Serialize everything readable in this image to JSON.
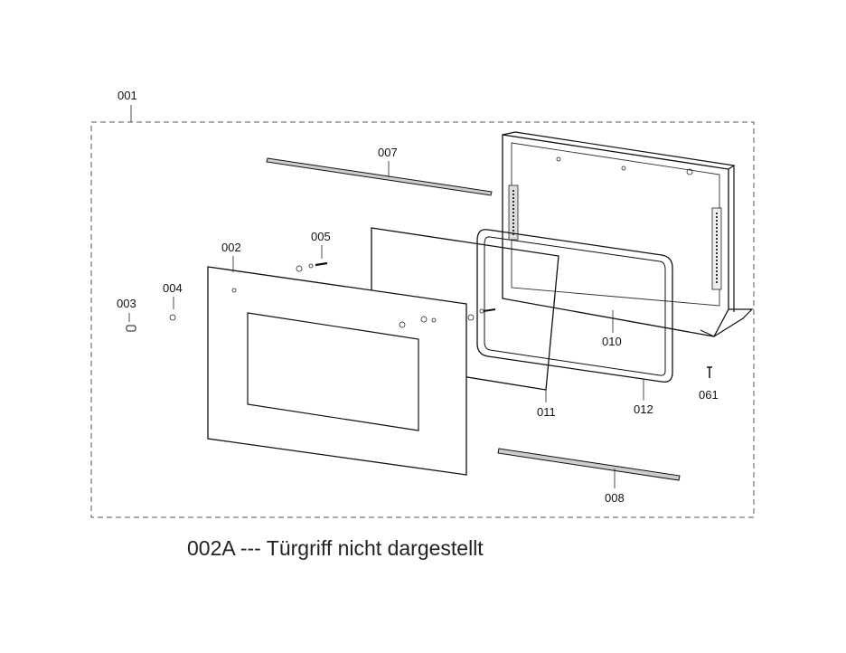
{
  "labels": {
    "l001": "001",
    "l002": "002",
    "l003": "003",
    "l004": "004",
    "l005": "005",
    "l007": "007",
    "l008": "008",
    "l010": "010",
    "l011": "011",
    "l012": "012",
    "l061": "061"
  },
  "note": "002A --- Türgriff nicht dargestellt"
}
